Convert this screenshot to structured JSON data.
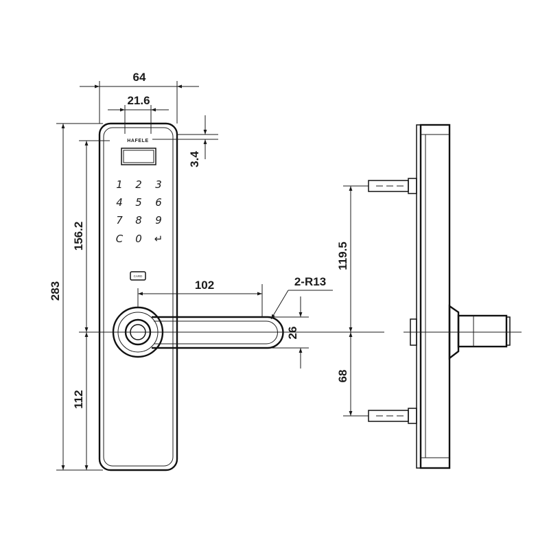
{
  "brand": "HAFELE",
  "card_label": "CARD",
  "keypad": {
    "keys": [
      "1",
      "2",
      "3",
      "4",
      "5",
      "6",
      "7",
      "8",
      "9",
      "C",
      "0",
      "↵"
    ]
  },
  "dimensions": {
    "width_total": "64",
    "display_width": "21.6",
    "top_offset": "3.4",
    "height_total": "283",
    "upper_height": "156.2",
    "lower_height": "112",
    "handle_length": "102",
    "handle_radius": "2-R13",
    "handle_height": "26",
    "pin_spacing_upper": "119.5",
    "pin_spacing_lower": "68"
  },
  "colors": {
    "line": "#1a1a1a",
    "background": "#ffffff"
  }
}
